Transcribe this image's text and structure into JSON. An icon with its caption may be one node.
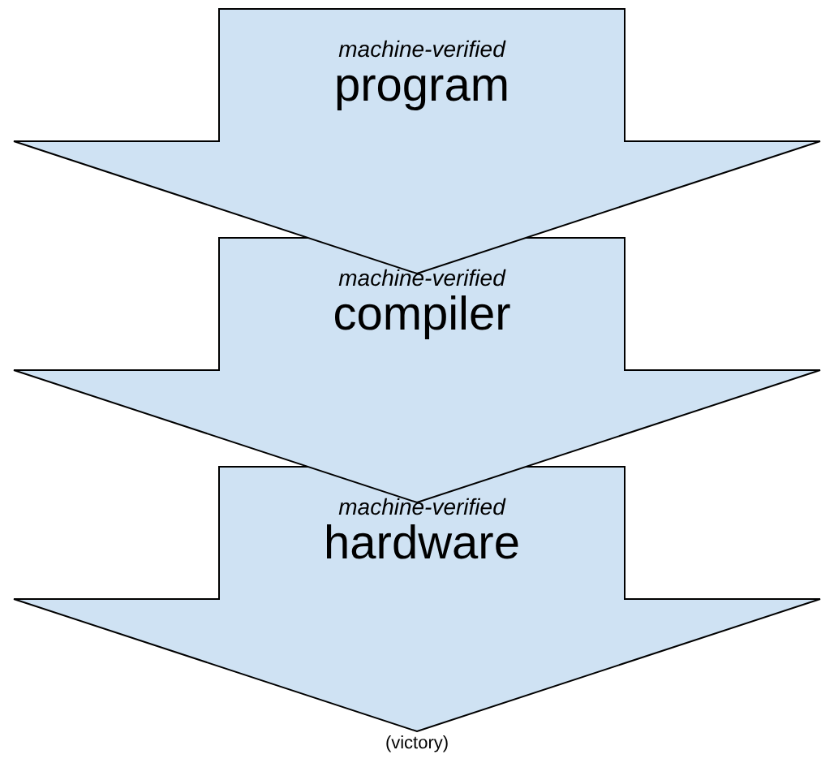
{
  "diagram": {
    "nodes": [
      {
        "text": [
          "machine-verified",
          "program"
        ]
      },
      {
        "text": [
          "machine-verified",
          "compiler"
        ]
      },
      {
        "text": [
          "machine-verified",
          "hardware"
        ]
      }
    ],
    "labels": [
      "(victory)"
    ]
  }
}
